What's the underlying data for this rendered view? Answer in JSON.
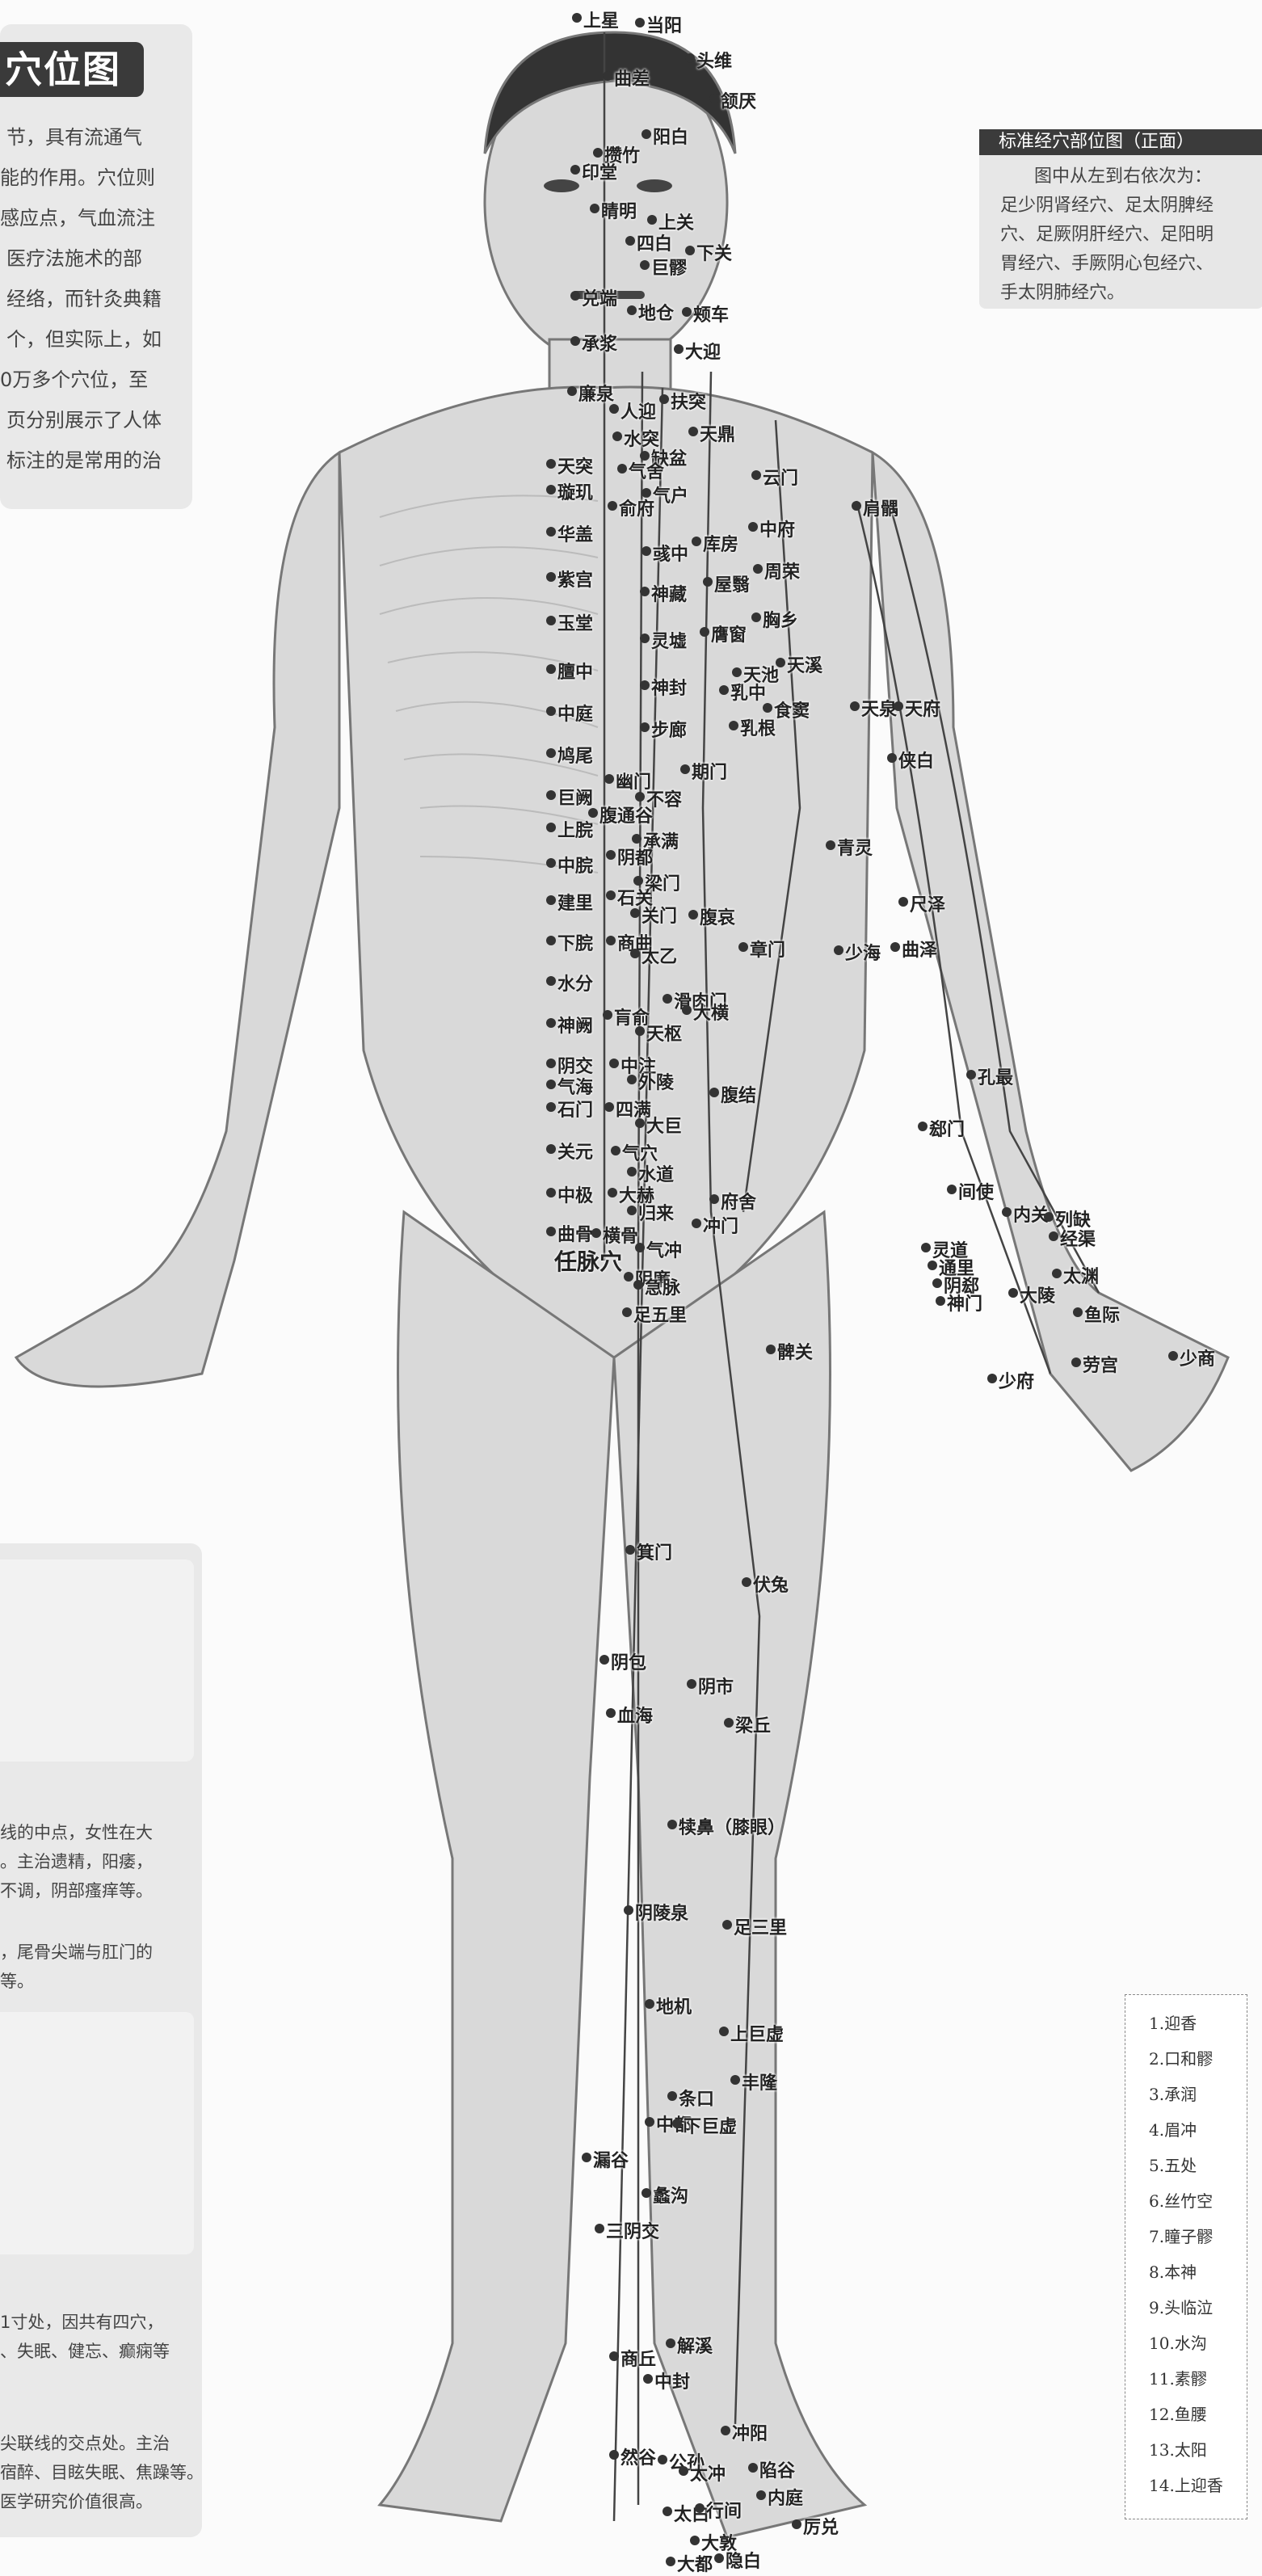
{
  "header": {
    "title": "穴位图",
    "intro_lines": [
      "节，具有流通气",
      "能的作用。穴位则",
      "感应点，气血流注",
      "医疗法施术的部",
      "经络，而针灸典籍",
      "个，但实际上，如",
      "0万多个穴位，至",
      "页分别展示了人体",
      "标注的是常用的治"
    ]
  },
  "legend": {
    "heading": "标准经穴部位图（正面）",
    "lines": [
      "图中从左到右依次为：",
      "足少阴肾经穴、足太阴脾经",
      "穴、足厥阴肝经穴、足阳明",
      "胃经穴、手厥阴心包经穴、",
      "手太阴肺经穴。"
    ]
  },
  "left_notes": {
    "block1": [
      "线的中点，女性在大",
      "。主治遗精，阳痿，",
      "不调，阴部瘙痒等。",
      "，尾骨尖端与肛门的",
      "等。"
    ],
    "block2": [
      "1寸处，因共有四穴，",
      "、失眠、健忘、癫痫等",
      "尖联线的交点处。主治",
      "宿醉、目眩失眠、焦躁等。",
      "医学研究价值很高。"
    ]
  },
  "number_list": [
    "1.迎香",
    "2.口和髎",
    "3.承润",
    "4.眉冲",
    "5.五处",
    "6.丝竹空",
    "7.瞳子髎",
    "8.本神",
    "9.头临泣",
    "10.水沟",
    "11.素髎",
    "12.鱼腰",
    "13.太阳",
    "14.上迎香"
  ],
  "meridian_label": "任脉穴",
  "points": [
    {
      "t": "上星"
    },
    {
      "t": "当阳"
    },
    {
      "t": "头维"
    },
    {
      "t": "曲差"
    },
    {
      "t": "颔厌"
    },
    {
      "t": "阳白"
    },
    {
      "t": "攒竹"
    },
    {
      "t": "印堂"
    },
    {
      "t": "睛明"
    },
    {
      "t": "上关"
    },
    {
      "t": "四白"
    },
    {
      "t": "下关"
    },
    {
      "t": "巨髎"
    },
    {
      "t": "兑端"
    },
    {
      "t": "地仓"
    },
    {
      "t": "颊车"
    },
    {
      "t": "承浆"
    },
    {
      "t": "大迎"
    },
    {
      "t": "廉泉"
    },
    {
      "t": "扶突"
    },
    {
      "t": "人迎"
    },
    {
      "t": "天鼎"
    },
    {
      "t": "水突"
    },
    {
      "t": "天突"
    },
    {
      "t": "缺盆"
    },
    {
      "t": "气舍"
    },
    {
      "t": "璇玑"
    },
    {
      "t": "气户"
    },
    {
      "t": "云门"
    },
    {
      "t": "肩髃"
    },
    {
      "t": "俞府"
    },
    {
      "t": "中府"
    },
    {
      "t": "华盖"
    },
    {
      "t": "库房"
    },
    {
      "t": "彧中"
    },
    {
      "t": "紫宫"
    },
    {
      "t": "周荣"
    },
    {
      "t": "神藏"
    },
    {
      "t": "屋翳"
    },
    {
      "t": "玉堂"
    },
    {
      "t": "胸乡"
    },
    {
      "t": "灵墟"
    },
    {
      "t": "膺窗"
    },
    {
      "t": "天溪"
    },
    {
      "t": "膻中"
    },
    {
      "t": "天池"
    },
    {
      "t": "神封"
    },
    {
      "t": "乳中"
    },
    {
      "t": "中庭"
    },
    {
      "t": "食窦"
    },
    {
      "t": "天泉"
    },
    {
      "t": "天府"
    },
    {
      "t": "步廊"
    },
    {
      "t": "乳根"
    },
    {
      "t": "鸠尾"
    },
    {
      "t": "侠白"
    },
    {
      "t": "期门"
    },
    {
      "t": "巨阙"
    },
    {
      "t": "幽门"
    },
    {
      "t": "不容"
    },
    {
      "t": "上脘"
    },
    {
      "t": "腹通谷"
    },
    {
      "t": "承满"
    },
    {
      "t": "青灵"
    },
    {
      "t": "中脘"
    },
    {
      "t": "阴都"
    },
    {
      "t": "梁门"
    },
    {
      "t": "建里"
    },
    {
      "t": "石关"
    },
    {
      "t": "关门"
    },
    {
      "t": "腹哀"
    },
    {
      "t": "尺泽"
    },
    {
      "t": "下脘"
    },
    {
      "t": "商曲"
    },
    {
      "t": "太乙"
    },
    {
      "t": "章门"
    },
    {
      "t": "少海"
    },
    {
      "t": "曲泽"
    },
    {
      "t": "水分"
    },
    {
      "t": "滑肉门"
    },
    {
      "t": "大横"
    },
    {
      "t": "神阙"
    },
    {
      "t": "肓俞"
    },
    {
      "t": "天枢"
    },
    {
      "t": "孔最"
    },
    {
      "t": "阴交"
    },
    {
      "t": "中注"
    },
    {
      "t": "外陵"
    },
    {
      "t": "气海"
    },
    {
      "t": "腹结"
    },
    {
      "t": "石门"
    },
    {
      "t": "四满"
    },
    {
      "t": "大巨"
    },
    {
      "t": "郄门"
    },
    {
      "t": "关元"
    },
    {
      "t": "气穴"
    },
    {
      "t": "水道"
    },
    {
      "t": "间使"
    },
    {
      "t": "内关"
    },
    {
      "t": "列缺"
    },
    {
      "t": "中极"
    },
    {
      "t": "大赫"
    },
    {
      "t": "府舍"
    },
    {
      "t": "经渠"
    },
    {
      "t": "归来"
    },
    {
      "t": "冲门"
    },
    {
      "t": "灵道"
    },
    {
      "t": "曲骨"
    },
    {
      "t": "横骨"
    },
    {
      "t": "气冲"
    },
    {
      "t": "通里"
    },
    {
      "t": "太渊"
    },
    {
      "t": "阴廉"
    },
    {
      "t": "急脉"
    },
    {
      "t": "阴郄"
    },
    {
      "t": "大陵"
    },
    {
      "t": "神门"
    },
    {
      "t": "鱼际"
    },
    {
      "t": "足五里"
    },
    {
      "t": "髀关"
    },
    {
      "t": "少商"
    },
    {
      "t": "少府"
    },
    {
      "t": "劳宫"
    },
    {
      "t": "箕门"
    },
    {
      "t": "伏兔"
    },
    {
      "t": "阴包"
    },
    {
      "t": "阴市"
    },
    {
      "t": "血海"
    },
    {
      "t": "梁丘"
    },
    {
      "t": "犊鼻（膝眼）"
    },
    {
      "t": "阴陵泉"
    },
    {
      "t": "足三里"
    },
    {
      "t": "地机"
    },
    {
      "t": "上巨虚"
    },
    {
      "t": "丰隆"
    },
    {
      "t": "条口"
    },
    {
      "t": "中都"
    },
    {
      "t": "下巨虚"
    },
    {
      "t": "漏谷"
    },
    {
      "t": "蠡沟"
    },
    {
      "t": "三阴交"
    },
    {
      "t": "解溪"
    },
    {
      "t": "商丘"
    },
    {
      "t": "中封"
    },
    {
      "t": "冲阳"
    },
    {
      "t": "然谷"
    },
    {
      "t": "公孙"
    },
    {
      "t": "太冲"
    },
    {
      "t": "陷谷"
    },
    {
      "t": "内庭"
    },
    {
      "t": "太白"
    },
    {
      "t": "行间"
    },
    {
      "t": "厉兑"
    },
    {
      "t": "大敦"
    },
    {
      "t": "隐白"
    },
    {
      "t": "大都"
    }
  ]
}
